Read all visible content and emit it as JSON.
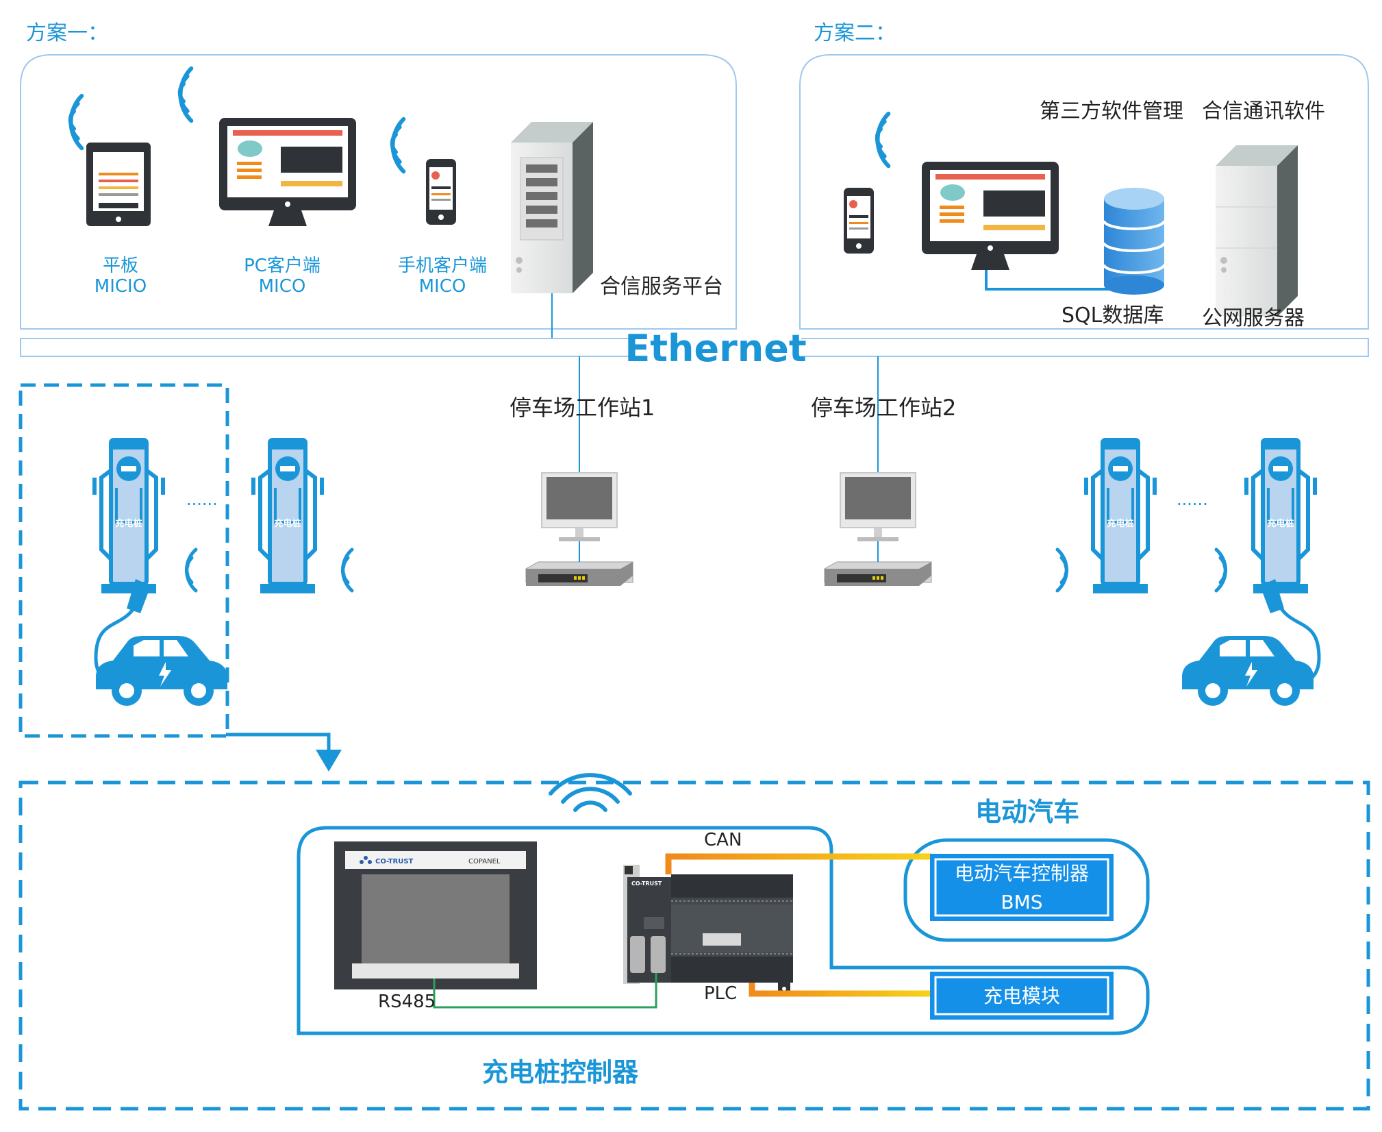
{
  "colors": {
    "accent": "#1a96d8",
    "accent_light": "#9fc8ee",
    "charger_fill": "#b9d4ee",
    "box_fill": "#1590e8",
    "dark_device": "#2f3337",
    "orange": "#f08a1c",
    "yellow": "#f6d21a",
    "green_wire": "#2aa05a"
  },
  "scheme1": {
    "title": "方案一：",
    "tablet": {
      "line1": "平板",
      "line2": "MICIO"
    },
    "pc": {
      "line1": "PC客户端",
      "line2": "MICO"
    },
    "phone": {
      "line1": "手机客户端",
      "line2": "MICO"
    },
    "server_label": "合信服务平台"
  },
  "scheme2": {
    "title": "方案二：",
    "software_mgmt": "第三方软件管理",
    "comm_software": "合信通讯软件",
    "database": "SQL数据库",
    "public_server": "公网服务器"
  },
  "network": {
    "ethernet": "Ethernet"
  },
  "workstations": {
    "ws1": "停车场工作站1",
    "ws2": "停车场工作站2"
  },
  "charger": {
    "label": "充电桩",
    "dots": "······"
  },
  "controller": {
    "title": "充电桩控制器",
    "can": "CAN",
    "plc": "PLC",
    "rs485": "RS485",
    "hmi_brand": "CO-TRUST",
    "hmi_model": "COPANEL",
    "plc_brand": "CO-TRUST"
  },
  "ev": {
    "title": "电动汽车",
    "controller_line1": "电动汽车控制器",
    "controller_line2": "BMS",
    "charge_module": "充电模块"
  }
}
